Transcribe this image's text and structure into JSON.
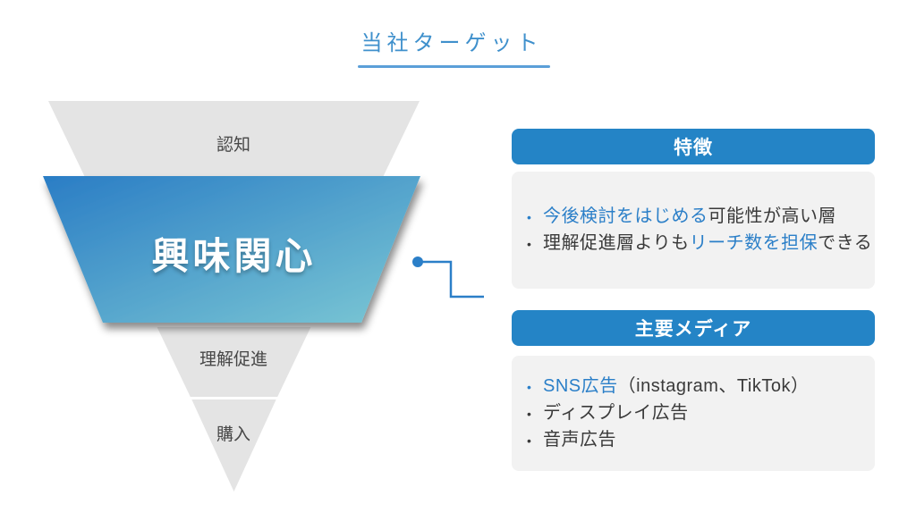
{
  "slide_title": "当社ターゲット",
  "funnel": {
    "stages": [
      {
        "id": "awareness",
        "label": "認知",
        "highlighted": false
      },
      {
        "id": "interest",
        "label": "興味関心",
        "highlighted": true
      },
      {
        "id": "consideration",
        "label": "理解促進",
        "highlighted": false
      },
      {
        "id": "purchase",
        "label": "購入",
        "highlighted": false
      }
    ]
  },
  "panels": [
    {
      "header": "特徴",
      "bullets": [
        {
          "bullet_color": "accent",
          "segments": [
            {
              "text": "今後検討をはじめる",
              "accent": true
            },
            {
              "text": "可能性が高い層",
              "accent": false
            }
          ]
        },
        {
          "bullet_color": "default",
          "segments": [
            {
              "text": "理解促進層よりも",
              "accent": false
            },
            {
              "text": "リーチ数を担保",
              "accent": true
            },
            {
              "text": "できる",
              "accent": false
            }
          ]
        }
      ]
    },
    {
      "header": "主要メディア",
      "bullets": [
        {
          "bullet_color": "accent",
          "segments": [
            {
              "text": "SNS広告",
              "accent": true
            },
            {
              "text": "（instagram、TikTok）",
              "accent": false
            }
          ]
        },
        {
          "bullet_color": "default",
          "segments": [
            {
              "text": "ディスプレイ広告",
              "accent": false
            }
          ]
        },
        {
          "bullet_color": "default",
          "segments": [
            {
              "text": "音声広告",
              "accent": false
            }
          ]
        }
      ]
    }
  ],
  "colors": {
    "title_blue": "#3f90cc",
    "underline_blue": "#5b9fd8",
    "accent_blue": "#2b7fc8",
    "panel_header_bg": "#2484c6",
    "panel_body_bg": "#f2f2f2",
    "funnel_gray": "#e4e4e4",
    "highlight_gradient_start": "#2a7dc5",
    "highlight_gradient_end": "#7cc8d4",
    "text_dark": "#3a3a3a"
  }
}
